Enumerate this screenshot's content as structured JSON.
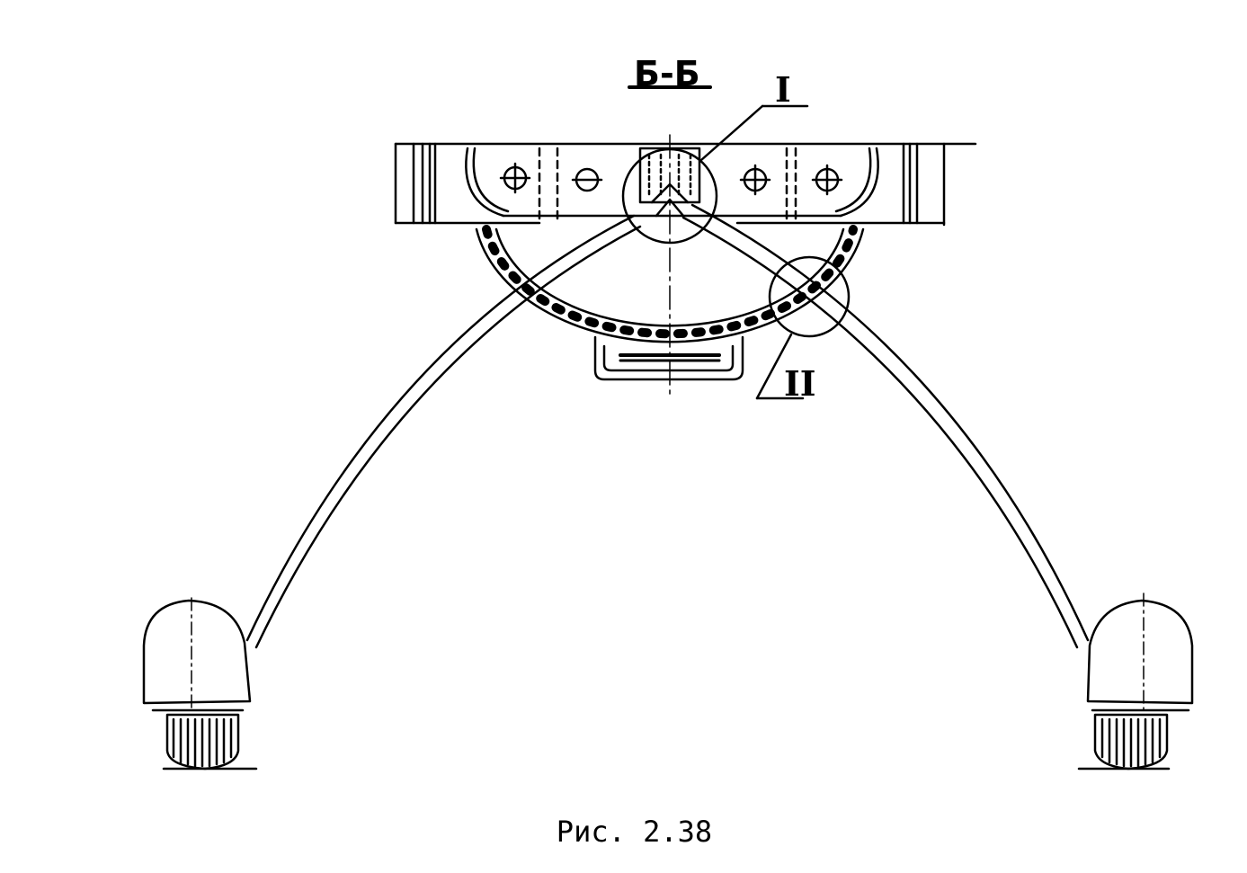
{
  "drawing": {
    "section_label": "Б-Б",
    "callout_1": "I",
    "callout_2": "II",
    "caption": "Рис. 2.38"
  },
  "colors": {
    "ink": "#000000",
    "paper": "#ffffff"
  }
}
